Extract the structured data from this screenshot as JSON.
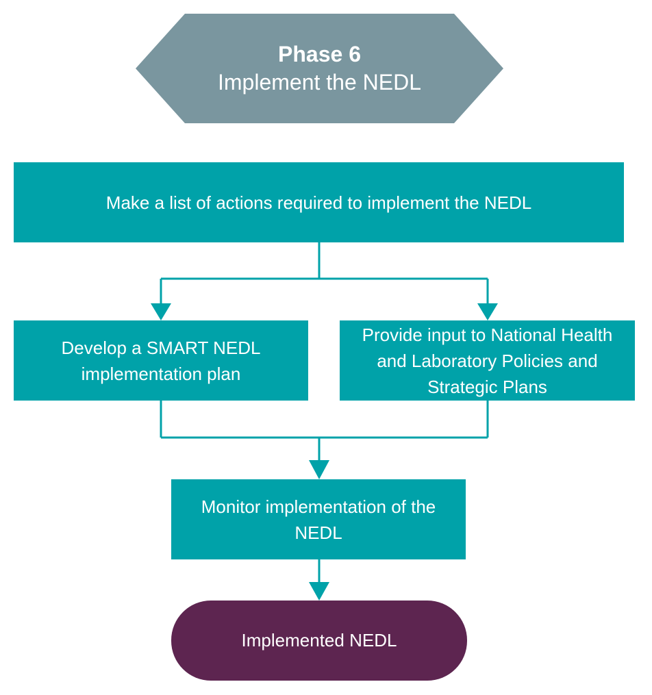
{
  "header": {
    "phase": "Phase 6",
    "subtitle": "Implement the NEDL"
  },
  "steps": {
    "list_actions": "Make a list of actions required to implement the NEDL",
    "develop_plan": "Develop a SMART NEDL implementation plan",
    "provide_input": "Provide input to National Health and Laboratory Policies and Strategic Plans",
    "monitor": "Monitor implementation of the NEDL"
  },
  "outcome": {
    "label": "Implemented NEDL"
  },
  "colors": {
    "header_fill": "#7a969f",
    "box_fill": "#00a2a9",
    "connector": "#00a2a9",
    "terminal_fill": "#5d2550",
    "text": "#ffffff"
  }
}
